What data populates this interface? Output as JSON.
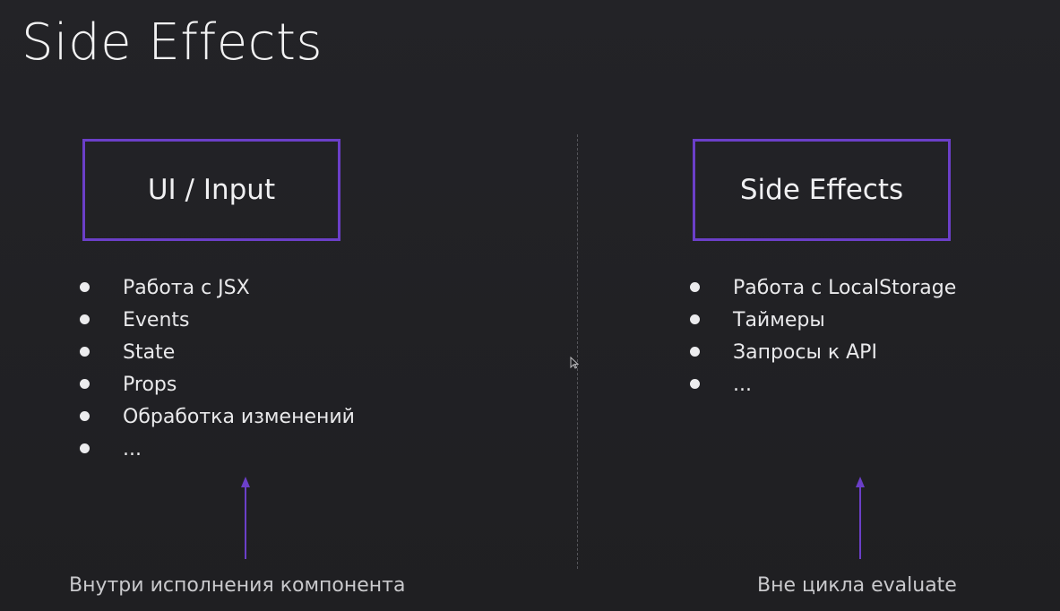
{
  "title": "Side Effects",
  "left": {
    "box_label": "UI / Input",
    "items": [
      "Работа с JSX",
      "Events",
      "State",
      "Props",
      "Обработка изменений",
      "..."
    ],
    "caption": "Внутри исполнения компонента"
  },
  "right": {
    "box_label": "Side Effects",
    "items": [
      "Работа с LocalStorage",
      "Таймеры",
      "Запросы к API",
      "..."
    ],
    "caption": "Вне цикла evaluate"
  },
  "colors": {
    "background": "#222226",
    "accent": "#6b3fc8",
    "text": "#ededee",
    "divider": "#55555a"
  }
}
